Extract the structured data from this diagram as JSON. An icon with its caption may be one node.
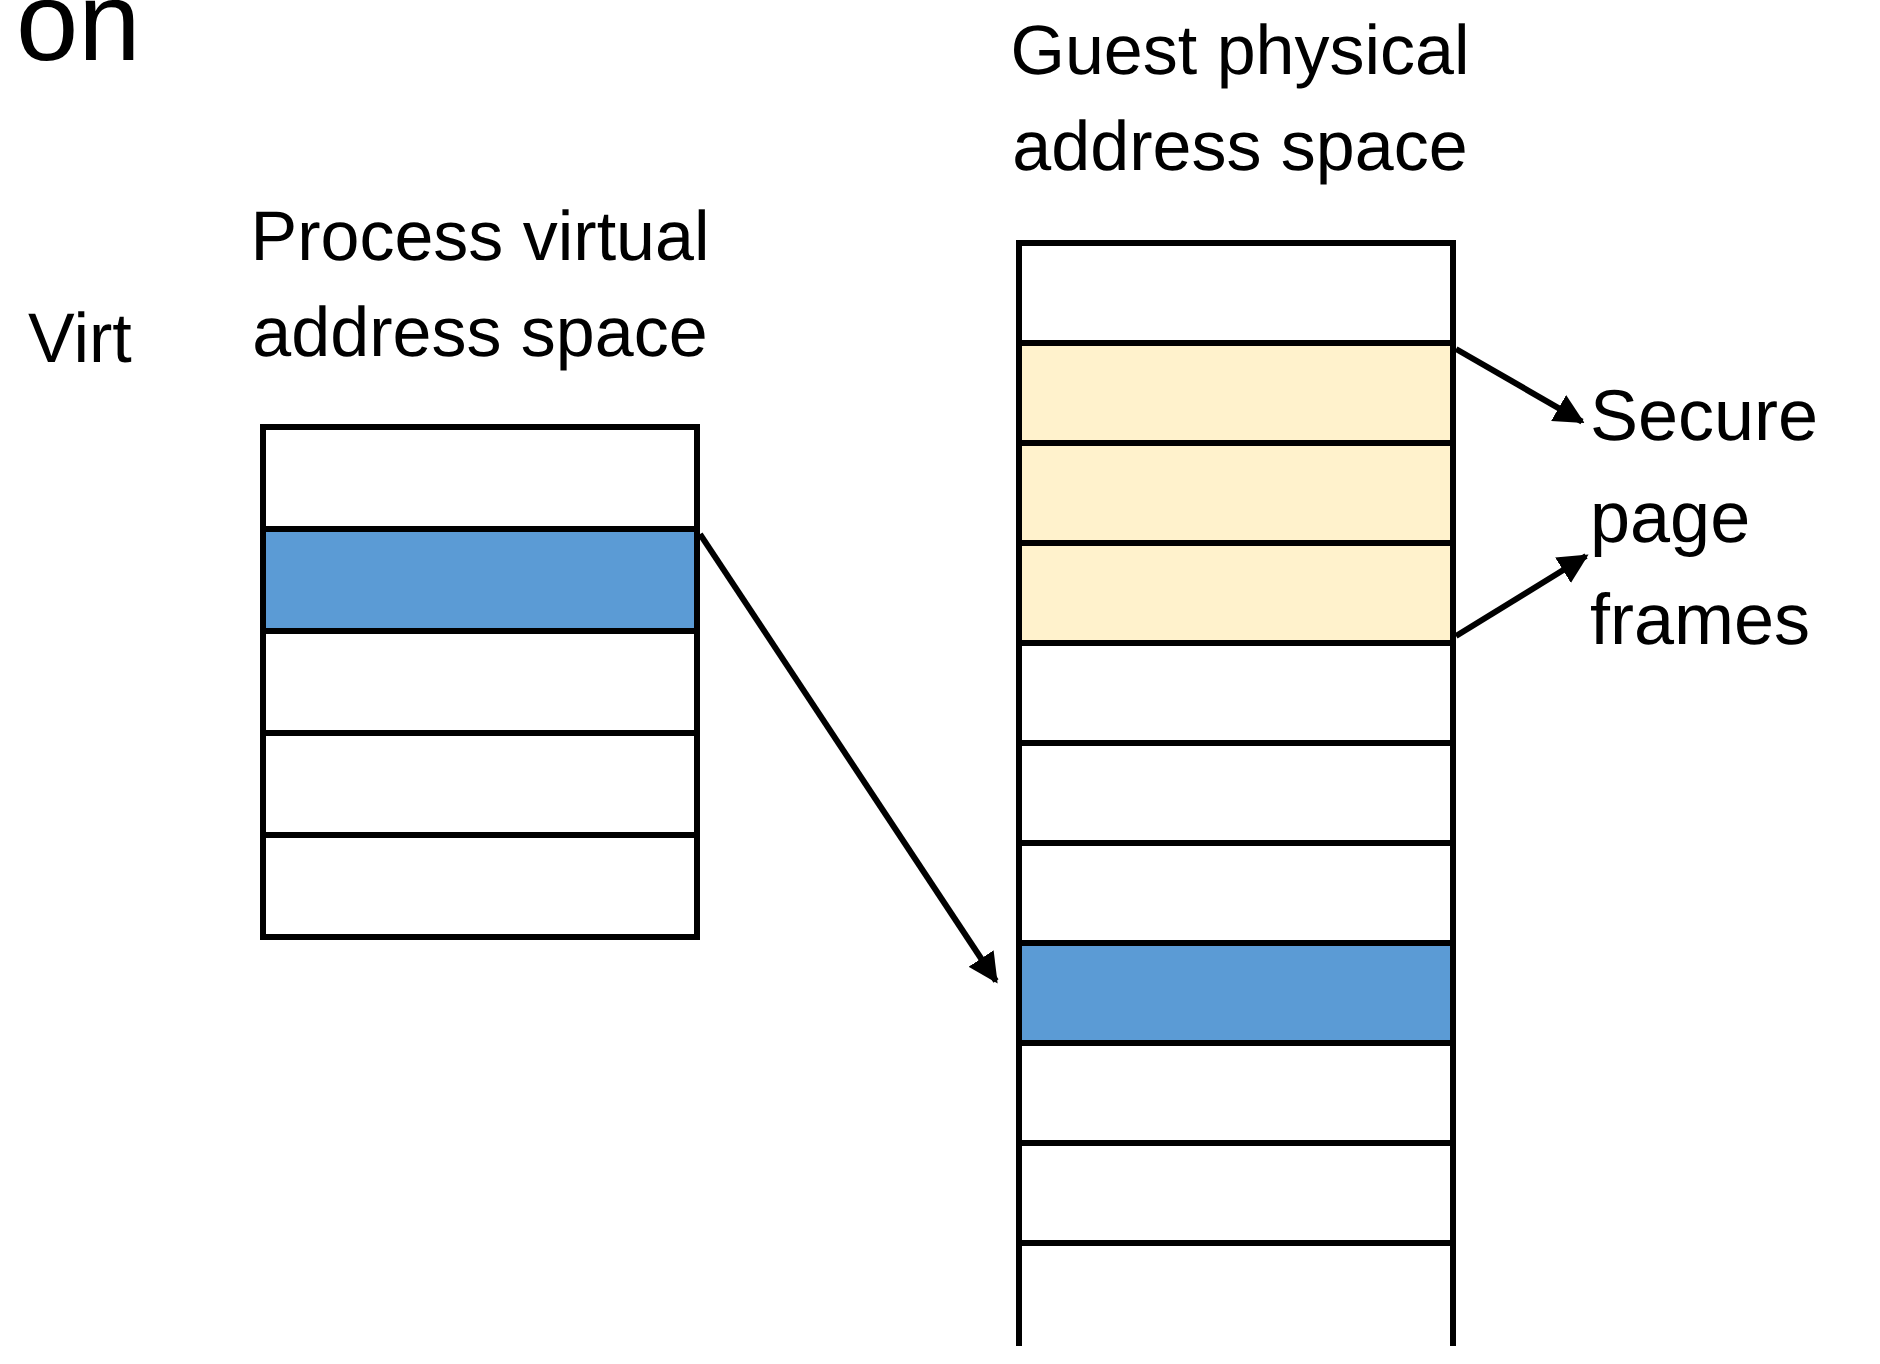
{
  "diagram": {
    "nodes": [
      {
        "text": [
          "Process virtual address space"
        ]
      },
      {
        "text": [],
        "shape": "box",
        "in": 0
      },
      {
        "text": [],
        "shape": "box",
        "in": 0
      },
      {
        "text": [],
        "shape": "box",
        "in": 0
      },
      {
        "text": [],
        "shape": "box",
        "in": 0
      },
      {
        "text": [],
        "shape": "box",
        "in": 0
      },
      {
        "text": [
          "Guest physical address space"
        ]
      },
      {
        "text": [],
        "shape": "box",
        "in": 6
      },
      {
        "text": [],
        "shape": "box",
        "in": 6
      },
      {
        "text": [],
        "shape": "box",
        "in": 6
      },
      {
        "text": [],
        "shape": "box",
        "in": 6
      },
      {
        "text": [],
        "shape": "box",
        "in": 6
      },
      {
        "text": [],
        "shape": "box",
        "in": 6
      },
      {
        "text": [],
        "shape": "box",
        "in": 6
      },
      {
        "text": [],
        "shape": "box",
        "in": 6
      },
      {
        "text": [],
        "shape": "box",
        "in": 6
      },
      {
        "text": [],
        "shape": "box",
        "in": 6
      },
      {
        "text": [],
        "shape": "box",
        "in": 6
      },
      {
        "text": [
          "Secure page frames"
        ]
      }
    ],
    "edges": [
      {
        "from": 2,
        "to": 14,
        "arrow": "to"
      },
      {
        "from": 8,
        "to": 18,
        "arrow": "to"
      },
      {
        "from": 10,
        "to": 18,
        "arrow": "to"
      }
    ],
    "labels": [
      "on",
      "Virt"
    ]
  }
}
